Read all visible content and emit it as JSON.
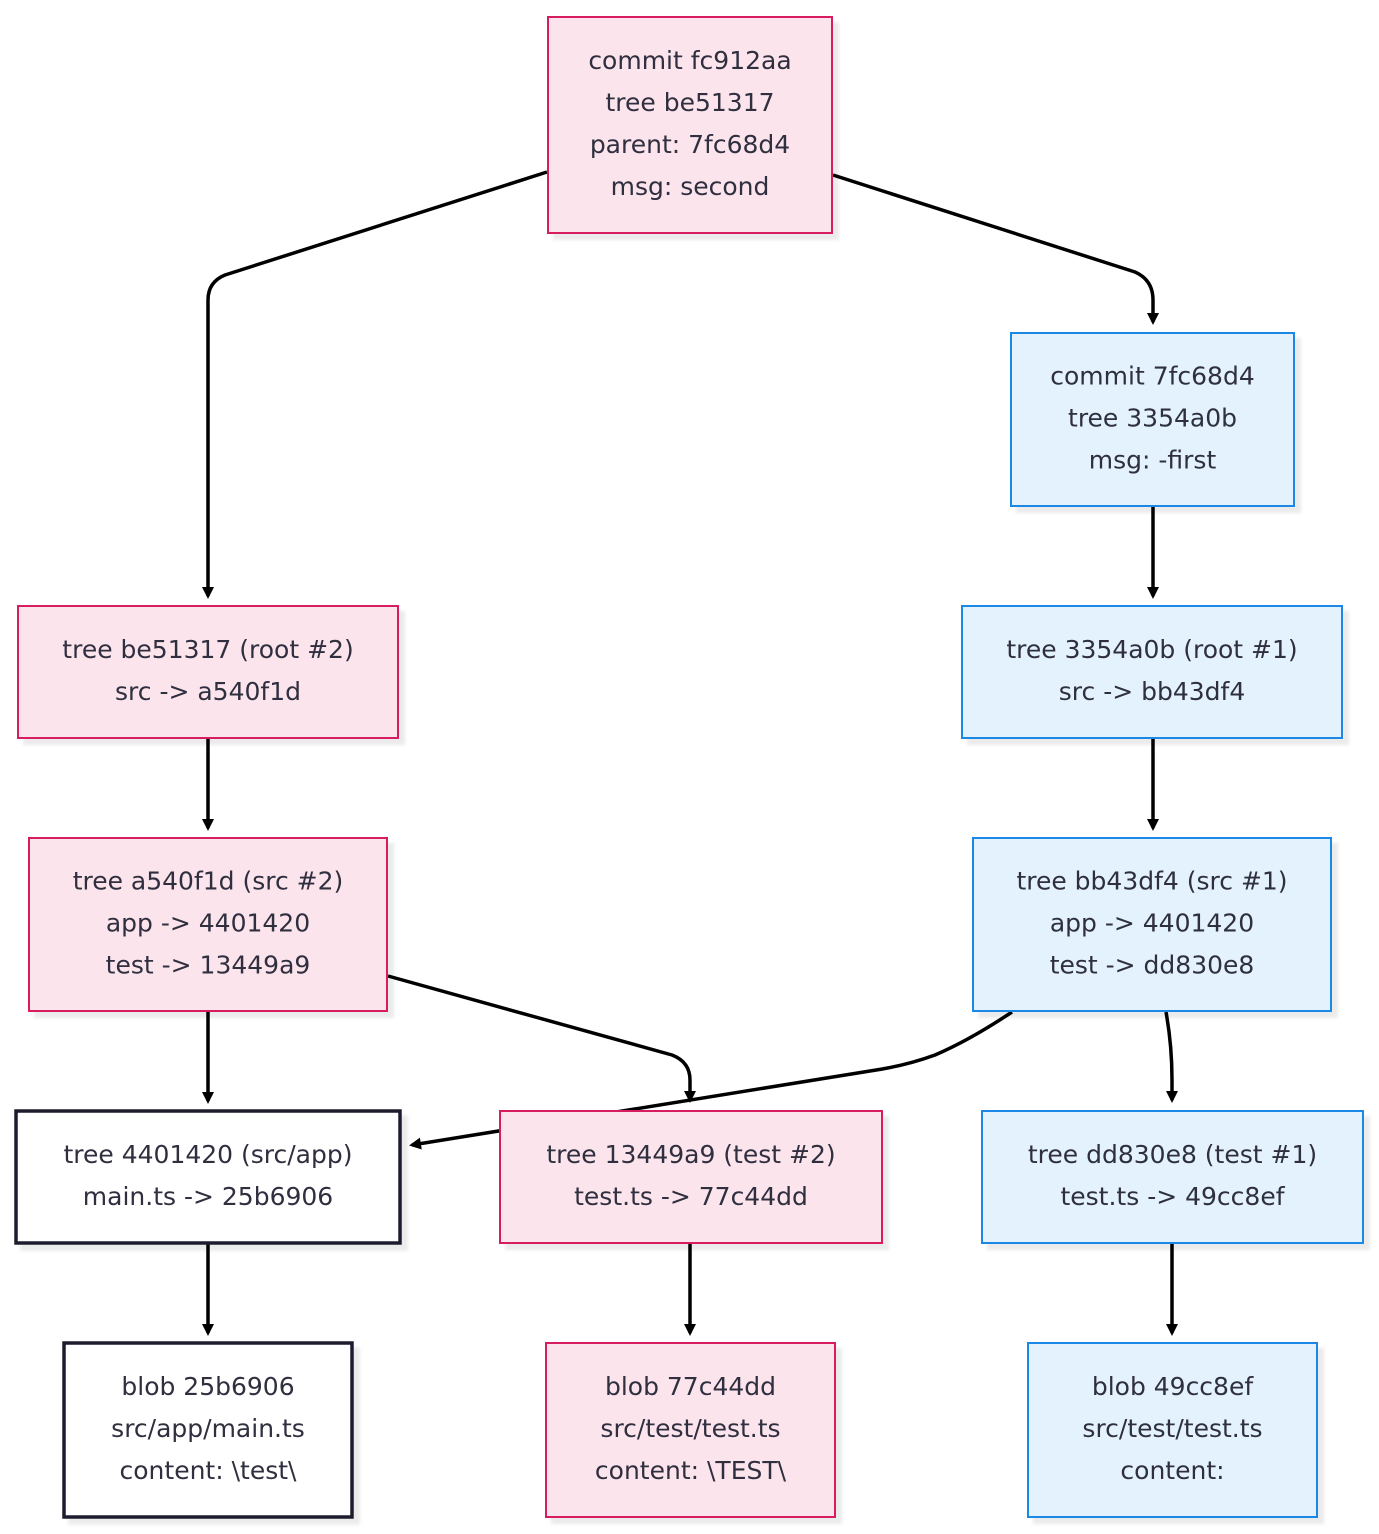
{
  "colors": {
    "pink_fill": "#fce4ec",
    "pink_stroke": "#d81b60",
    "blue_fill": "#e3f2fd",
    "blue_stroke": "#1e88e5",
    "dark_fill": "#ffffff",
    "dark_stroke": "#1f1f2e",
    "edge": "#000000"
  },
  "nodes": {
    "commit_fc912aa": {
      "style": "pink",
      "lines": [
        "commit fc912aa",
        "tree be51317",
        "parent: 7fc68d4",
        "msg: second"
      ]
    },
    "commit_7fc68d4": {
      "style": "blue",
      "lines": [
        "commit 7fc68d4",
        "tree 3354a0b",
        "msg: -first"
      ]
    },
    "tree_be51317": {
      "style": "pink",
      "lines": [
        "tree be51317 (root #2)",
        "src -> a540f1d"
      ]
    },
    "tree_3354a0b": {
      "style": "blue",
      "lines": [
        "tree 3354a0b (root #1)",
        "src -> bb43df4"
      ]
    },
    "tree_a540f1d": {
      "style": "pink",
      "lines": [
        "tree a540f1d (src #2)",
        "app -> 4401420",
        "test -> 13449a9"
      ]
    },
    "tree_bb43df4": {
      "style": "blue",
      "lines": [
        "tree bb43df4 (src #1)",
        "app -> 4401420",
        "test -> dd830e8"
      ]
    },
    "tree_4401420": {
      "style": "dark",
      "lines": [
        "tree 4401420 (src/app)",
        "main.ts -> 25b6906"
      ]
    },
    "tree_13449a9": {
      "style": "pink",
      "lines": [
        "tree 13449a9 (test #2)",
        "test.ts -> 77c44dd"
      ]
    },
    "tree_dd830e8": {
      "style": "blue",
      "lines": [
        "tree dd830e8 (test #1)",
        "test.ts -> 49cc8ef"
      ]
    },
    "blob_25b6906": {
      "style": "dark",
      "lines": [
        "blob 25b6906",
        "src/app/main.ts",
        "content: \\test\\"
      ]
    },
    "blob_77c44dd": {
      "style": "pink",
      "lines": [
        "blob 77c44dd",
        "src/test/test.ts",
        "content: \\TEST\\"
      ]
    },
    "blob_49cc8ef": {
      "style": "blue",
      "lines": [
        "blob 49cc8ef",
        "src/test/test.ts",
        "content:"
      ]
    }
  },
  "edges": [
    {
      "from": "commit_fc912aa",
      "to": "tree_be51317"
    },
    {
      "from": "commit_fc912aa",
      "to": "commit_7fc68d4"
    },
    {
      "from": "commit_7fc68d4",
      "to": "tree_3354a0b"
    },
    {
      "from": "tree_be51317",
      "to": "tree_a540f1d"
    },
    {
      "from": "tree_3354a0b",
      "to": "tree_bb43df4"
    },
    {
      "from": "tree_a540f1d",
      "to": "tree_4401420"
    },
    {
      "from": "tree_a540f1d",
      "to": "tree_13449a9"
    },
    {
      "from": "tree_bb43df4",
      "to": "tree_4401420"
    },
    {
      "from": "tree_bb43df4",
      "to": "tree_dd830e8"
    },
    {
      "from": "tree_4401420",
      "to": "blob_25b6906"
    },
    {
      "from": "tree_13449a9",
      "to": "blob_77c44dd"
    },
    {
      "from": "tree_dd830e8",
      "to": "blob_49cc8ef"
    }
  ]
}
